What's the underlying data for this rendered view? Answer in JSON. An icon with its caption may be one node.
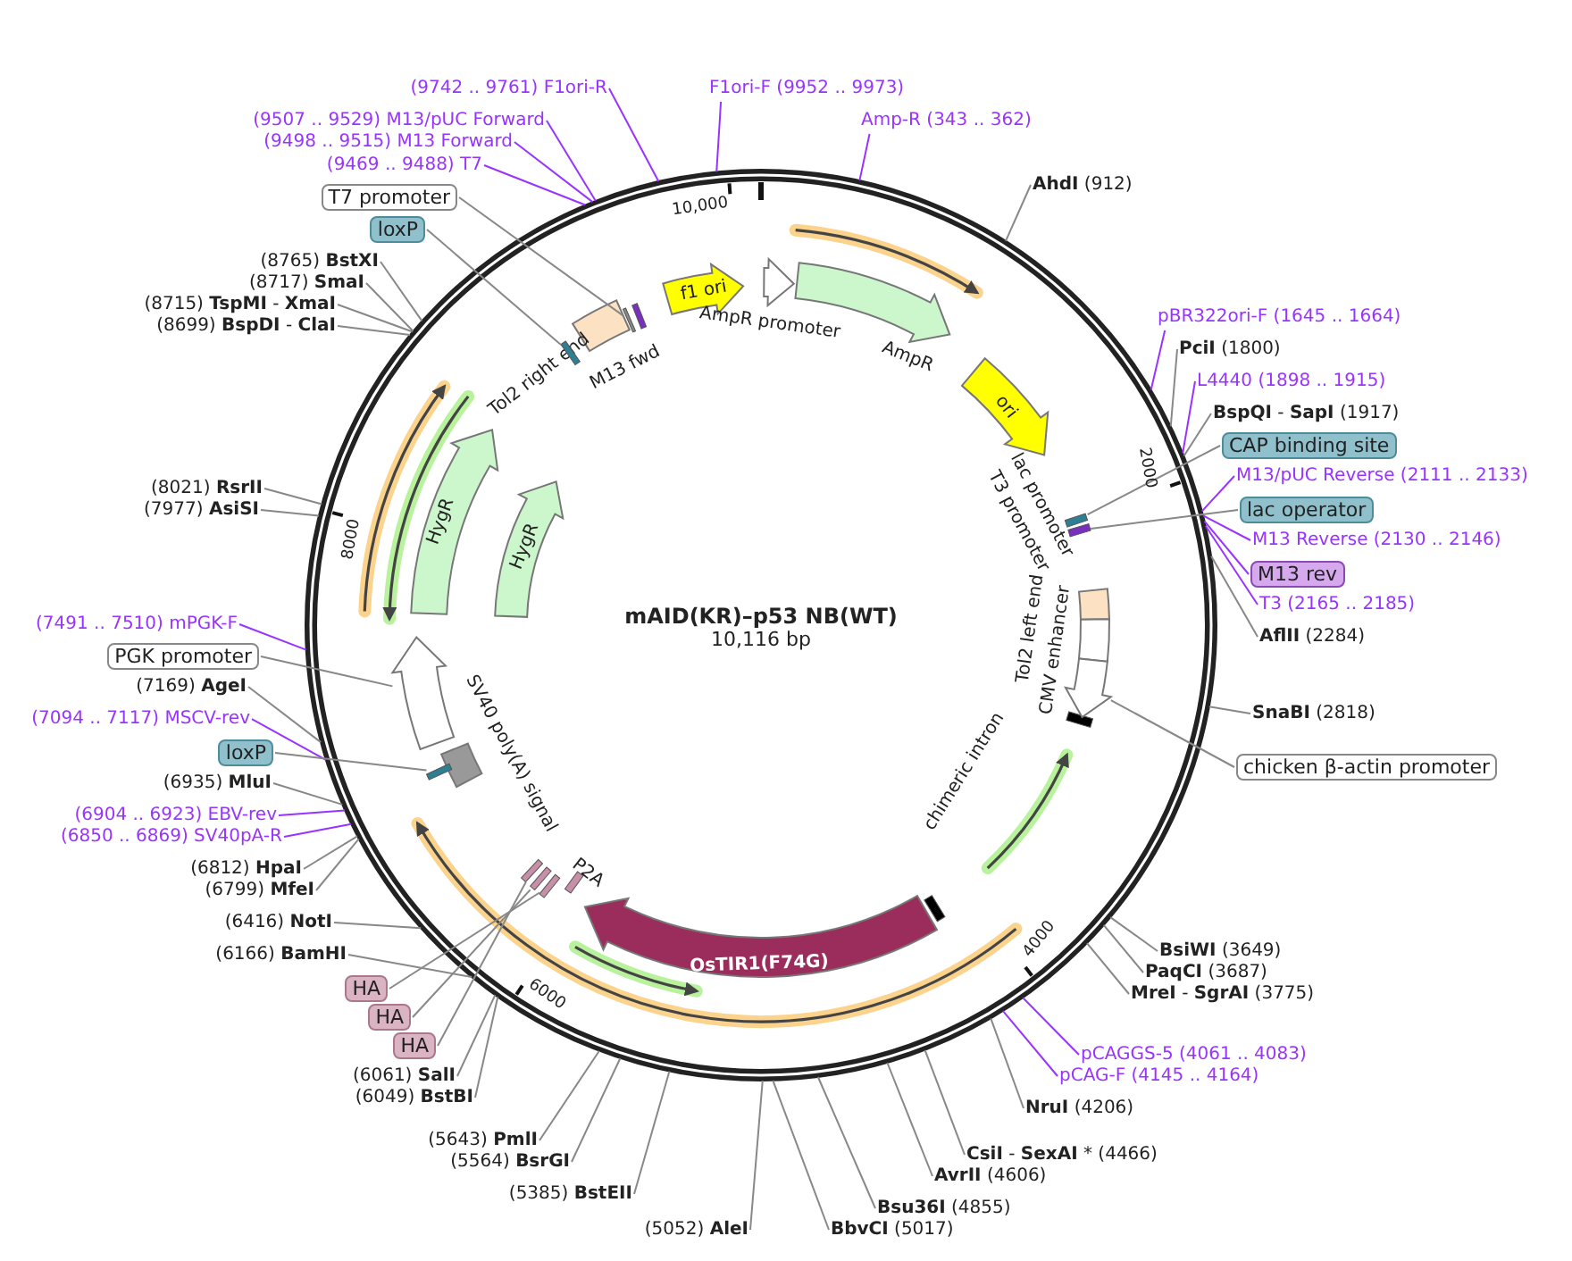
{
  "diagram": {
    "title": "mAID(KR)–p53 NB(WT)",
    "nodes": [
      {
        "text": [
          "(9742 .. 9761) F1ori-R"
        ]
      },
      {
        "text": [
          "F1ori-F (9952 .. 9973)"
        ]
      },
      {
        "text": [
          "(9507 .. 9529) M13/pUC Forward"
        ]
      },
      {
        "text": [
          "(9498 .. 9515) M13 Forward"
        ]
      },
      {
        "text": [
          "(9469 .. 9488) T7"
        ]
      },
      {
        "text": [
          "Amp-R (343 .. 362)"
        ]
      },
      {
        "text": [
          "T7 promoter"
        ]
      },
      {
        "text": [
          "loxP"
        ]
      },
      {
        "text": [
          "**AhdI** (912)"
        ]
      },
      {
        "text": [
          "(8765) **BstXI**"
        ]
      },
      {
        "text": [
          "(8717) **SmaI**"
        ]
      },
      {
        "text": [
          "(8715) **TspMI** - **XmaI**"
        ]
      },
      {
        "text": [
          "(8699) **BspDI** - **ClaI**"
        ]
      },
      {
        "text": [
          "pBR322ori-F (1645 .. 1664)"
        ]
      },
      {
        "text": [
          "**PciI** (1800)"
        ]
      },
      {
        "text": [
          "L4440 (1898 .. 1915)"
        ]
      },
      {
        "text": [
          "**BspQI** - **SapI** (1917)"
        ]
      },
      {
        "text": [
          "CAP binding site"
        ]
      },
      {
        "text": [
          "M13/pUC Reverse (2111 .. 2133)"
        ]
      },
      {
        "text": [
          "lac operator"
        ]
      },
      {
        "text": [
          "M13 Reverse (2130 .. 2146)"
        ]
      },
      {
        "text": [
          "M13 rev"
        ]
      },
      {
        "text": [
          "T3 (2165 .. 2185)"
        ]
      },
      {
        "text": [
          "**AflII** (2284)"
        ]
      },
      {
        "text": [
          "(8021) **RsrII**"
        ]
      },
      {
        "text": [
          "(7977) **AsiSI**"
        ]
      },
      {
        "text": [
          "(7491 .. 7510) mPGK-F"
        ]
      },
      {
        "text": [
          "PGK promoter"
        ]
      },
      {
        "text": [
          "(7169) **AgeI**"
        ]
      },
      {
        "text": [
          "(7094 .. 7117) MSCV-rev"
        ]
      },
      {
        "text": [
          "loxP"
        ]
      },
      {
        "text": [
          "(6935) **MluI**"
        ]
      },
      {
        "text": [
          "(6904 .. 6923) EBV-rev"
        ]
      },
      {
        "text": [
          "(6850 .. 6869) SV40pA-R"
        ]
      },
      {
        "text": [
          "(6812) **HpaI**"
        ]
      },
      {
        "text": [
          "(6799) **MfeI**"
        ]
      },
      {
        "text": [
          "(6416) **NotI**"
        ]
      },
      {
        "text": [
          "(6166) **BamHI**"
        ]
      },
      {
        "text": [
          "HA"
        ]
      },
      {
        "text": [
          "HA"
        ]
      },
      {
        "text": [
          "HA"
        ]
      },
      {
        "text": [
          "(6061) **SalI**"
        ]
      },
      {
        "text": [
          "(6049) **BstBI**"
        ]
      },
      {
        "text": [
          "(5643) **PmlI**"
        ]
      },
      {
        "text": [
          "(5564) **BsrGI**"
        ]
      },
      {
        "text": [
          "(5385) **BstEII**"
        ]
      },
      {
        "text": [
          "(5052) **AleI**"
        ]
      },
      {
        "text": [
          "**BbvCI** (5017)"
        ]
      },
      {
        "text": [
          "**Bsu36I** (4855)"
        ]
      },
      {
        "text": [
          "**AvrII** (4606)"
        ]
      },
      {
        "text": [
          "**CsiI** - **SexAI** * (4466)"
        ]
      },
      {
        "text": [
          "**NruI** (4206)"
        ]
      },
      {
        "text": [
          "pCAGGS-5 (4061 .. 4083)"
        ]
      },
      {
        "text": [
          "pCAG-F (4145 .. 4164)"
        ]
      },
      {
        "text": [
          "**MreI** - **SgrAI** (3775)"
        ]
      },
      {
        "text": [
          "**PaqCI** (3687)"
        ]
      },
      {
        "text": [
          "**BsiWI** (3649)"
        ]
      },
      {
        "text": [
          "**SnaBI** (2818)"
        ]
      },
      {
        "text": [
          "chicken β-actin promoter"
        ]
      },
      {
        "text": [
          "f1 ori"
        ]
      },
      {
        "text": [
          "AmpR promoter"
        ]
      },
      {
        "text": [
          "AmpR"
        ]
      },
      {
        "text": [
          "ori"
        ]
      },
      {
        "text": [
          "lac promoter"
        ]
      },
      {
        "text": [
          "T3 promoter"
        ]
      },
      {
        "text": [
          "Tol2 left end"
        ]
      },
      {
        "text": [
          "CMV enhancer"
        ]
      },
      {
        "text": [
          "chimeric intron"
        ]
      },
      {
        "text": [
          "OsTIR1(F74G)"
        ]
      },
      {
        "text": [
          "P2A"
        ]
      },
      {
        "text": [
          "SV40 poly(A) signal"
        ]
      },
      {
        "text": [
          "HygR"
        ]
      },
      {
        "text": [
          "HygR"
        ]
      },
      {
        "text": [
          "Tol2 right end"
        ]
      },
      {
        "text": [
          "M13 fwd"
        ]
      },
      {
        "text": [],
        "shape": "bar"
      },
      {
        "text": [],
        "shape": "bar"
      },
      {
        "text": [],
        "shape": "bar"
      },
      {
        "text": [],
        "shape": "bar"
      },
      {
        "text": [],
        "shape": "arrow"
      },
      {
        "text": [],
        "shape": "bar"
      },
      {
        "text": [],
        "shape": "bar"
      },
      {
        "text": [],
        "shape": "bar"
      },
      {
        "text": [],
        "shape": "bar"
      },
      {
        "text": [],
        "shape": "arrow"
      }
    ],
    "edges": [
      {
        "from": 0,
        "to": null,
        "arrow": "none",
        "color": "#9933ff"
      },
      {
        "from": 1,
        "to": null,
        "arrow": "none",
        "color": "#9933ff"
      },
      {
        "from": 2,
        "to": null,
        "arrow": "none",
        "color": "#9933ff"
      },
      {
        "from": 3,
        "to": null,
        "arrow": "none",
        "color": "#9933ff"
      },
      {
        "from": 4,
        "to": null,
        "arrow": "none",
        "color": "#9933ff"
      },
      {
        "from": 5,
        "to": null,
        "arrow": "none",
        "color": "#9933ff"
      },
      {
        "from": 6,
        "to": 76,
        "arrow": "none"
      },
      {
        "from": 7,
        "to": 75,
        "arrow": "none"
      },
      {
        "from": 8,
        "to": null,
        "arrow": "none"
      },
      {
        "from": 9,
        "to": null,
        "arrow": "none"
      },
      {
        "from": 10,
        "to": null,
        "arrow": "none"
      },
      {
        "from": 11,
        "to": null,
        "arrow": "none"
      },
      {
        "from": 12,
        "to": null,
        "arrow": "none"
      },
      {
        "from": 13,
        "to": null,
        "arrow": "none",
        "color": "#9933ff"
      },
      {
        "from": 14,
        "to": null,
        "arrow": "none"
      },
      {
        "from": 15,
        "to": null,
        "arrow": "none",
        "color": "#9933ff"
      },
      {
        "from": 16,
        "to": null,
        "arrow": "none"
      },
      {
        "from": 17,
        "to": 77,
        "arrow": "none"
      },
      {
        "from": 18,
        "to": null,
        "arrow": "none",
        "color": "#9933ff"
      },
      {
        "from": 19,
        "to": 78,
        "arrow": "none"
      },
      {
        "from": 20,
        "to": null,
        "arrow": "none",
        "color": "#9933ff"
      },
      {
        "from": 21,
        "to": null,
        "arrow": "none",
        "color": "#9933ff"
      },
      {
        "from": 22,
        "to": null,
        "arrow": "none",
        "color": "#9933ff"
      },
      {
        "from": 23,
        "to": null,
        "arrow": "none"
      },
      {
        "from": 24,
        "to": null,
        "arrow": "none"
      },
      {
        "from": 25,
        "to": null,
        "arrow": "none"
      },
      {
        "from": 26,
        "to": null,
        "arrow": "none",
        "color": "#9933ff"
      },
      {
        "from": 27,
        "to": 79,
        "arrow": "none"
      },
      {
        "from": 28,
        "to": null,
        "arrow": "none"
      },
      {
        "from": 29,
        "to": null,
        "arrow": "none",
        "color": "#9933ff"
      },
      {
        "from": 30,
        "to": 80,
        "arrow": "none"
      },
      {
        "from": 31,
        "to": null,
        "arrow": "none"
      },
      {
        "from": 32,
        "to": null,
        "arrow": "none",
        "color": "#9933ff"
      },
      {
        "from": 33,
        "to": null,
        "arrow": "none",
        "color": "#9933ff"
      },
      {
        "from": 34,
        "to": null,
        "arrow": "none"
      },
      {
        "from": 35,
        "to": null,
        "arrow": "none"
      },
      {
        "from": 36,
        "to": null,
        "arrow": "none"
      },
      {
        "from": 37,
        "to": null,
        "arrow": "none"
      },
      {
        "from": 38,
        "to": 81,
        "arrow": "none"
      },
      {
        "from": 39,
        "to": 82,
        "arrow": "none"
      },
      {
        "from": 40,
        "to": 83,
        "arrow": "none"
      },
      {
        "from": 41,
        "to": null,
        "arrow": "none"
      },
      {
        "from": 42,
        "to": null,
        "arrow": "none"
      },
      {
        "from": 43,
        "to": null,
        "arrow": "none"
      },
      {
        "from": 44,
        "to": null,
        "arrow": "none"
      },
      {
        "from": 45,
        "to": null,
        "arrow": "none"
      },
      {
        "from": 46,
        "to": null,
        "arrow": "none"
      },
      {
        "from": 47,
        "to": null,
        "arrow": "none"
      },
      {
        "from": 48,
        "to": null,
        "arrow": "none"
      },
      {
        "from": 49,
        "to": null,
        "arrow": "none"
      },
      {
        "from": 50,
        "to": null,
        "arrow": "none"
      },
      {
        "from": 51,
        "to": null,
        "arrow": "none"
      },
      {
        "from": 52,
        "to": null,
        "arrow": "none",
        "color": "#9933ff"
      },
      {
        "from": 53,
        "to": null,
        "arrow": "none",
        "color": "#9933ff"
      },
      {
        "from": 54,
        "to": null,
        "arrow": "none"
      },
      {
        "from": 55,
        "to": null,
        "arrow": "none"
      },
      {
        "from": 56,
        "to": null,
        "arrow": "none"
      },
      {
        "from": 57,
        "to": null,
        "arrow": "none"
      },
      {
        "from": 58,
        "to": 84,
        "arrow": "none"
      }
    ],
    "labels": [
      "10,000",
      "2000",
      "8000",
      "10,116 bp",
      "4000",
      "6000"
    ]
  }
}
